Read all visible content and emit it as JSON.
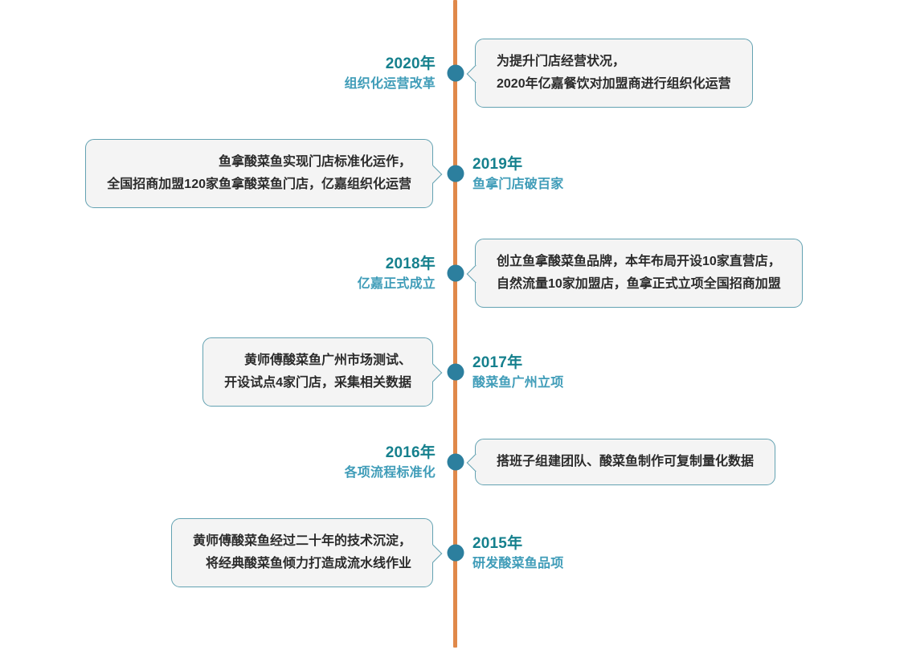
{
  "theme": {
    "axis_color": "#e0894a",
    "dot_color": "#2c7f9e",
    "year_color": "#15808d",
    "subtitle_color": "#3f9cb8",
    "card_border_color": "#63a2b2",
    "card_background": "#f4f4f4",
    "card_text_color": "#2b2b2b",
    "page_background": "#ffffff"
  },
  "timeline": {
    "orientation": "vertical",
    "order": "newest-first",
    "events": [
      {
        "year": "2020年",
        "subtitle": "组织化运营改革",
        "side": "right",
        "lines": [
          "为提升门店经营状况，",
          "2020年亿嘉餐饮对加盟商进行组织化运营"
        ]
      },
      {
        "year": "2019年",
        "subtitle": "鱼拿门店破百家",
        "side": "left",
        "lines": [
          "鱼拿酸菜鱼实现门店标准化运作，",
          "全国招商加盟120家鱼拿酸菜鱼门店，亿嘉组织化运营"
        ]
      },
      {
        "year": "2018年",
        "subtitle": "亿嘉正式成立",
        "side": "right",
        "lines": [
          "创立鱼拿酸菜鱼品牌，本年布局开设10家直营店，",
          "自然流量10家加盟店，鱼拿正式立项全国招商加盟"
        ]
      },
      {
        "year": "2017年",
        "subtitle": "酸菜鱼广州立项",
        "side": "left",
        "lines": [
          "黄师傅酸菜鱼广州市场测试、",
          "开设试点4家门店，采集相关数据"
        ]
      },
      {
        "year": "2016年",
        "subtitle": "各项流程标准化",
        "side": "right",
        "lines": [
          "搭班子组建团队、酸菜鱼制作可复制量化数据"
        ]
      },
      {
        "year": "2015年",
        "subtitle": "研发酸菜鱼品项",
        "side": "left",
        "lines": [
          "黄师傅酸菜鱼经过二十年的技术沉淀，",
          "将经典酸菜鱼倾力打造成流水线作业"
        ]
      }
    ]
  }
}
